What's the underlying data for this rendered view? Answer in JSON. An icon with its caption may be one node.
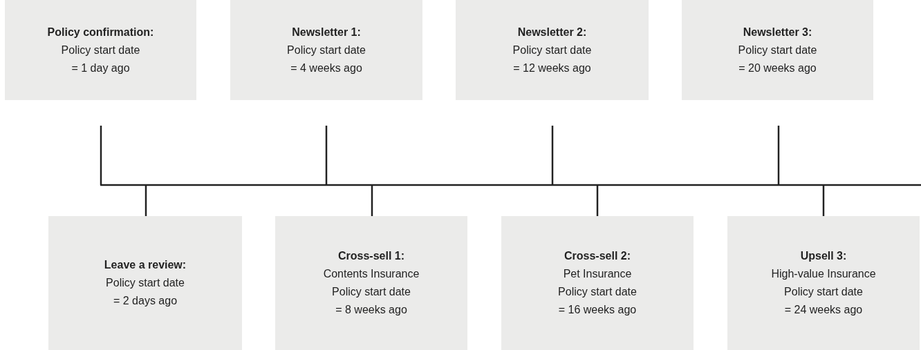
{
  "diagram": {
    "nodes": [
      {
        "text": [
          "Policy confirmation:",
          "Policy start date = 1 day ago"
        ]
      },
      {
        "text": [
          "Newsletter 1:",
          "Policy start date = 4 weeks ago"
        ]
      },
      {
        "text": [
          "Newsletter 2:",
          "Policy start date = 12 weeks ago"
        ]
      },
      {
        "text": [
          "Newsletter 3:",
          "Policy start date = 20 weeks ago"
        ]
      },
      {
        "text": [
          "Leave a review:",
          "Policy start date = 2 days ago"
        ]
      },
      {
        "text": [
          "Cross-sell 1:",
          "Contents Insurance",
          "Policy start date = 8 weeks ago"
        ]
      },
      {
        "text": [
          "Cross-sell 2:",
          "Pet Insurance",
          "Policy start date = 16 weeks ago"
        ]
      },
      {
        "text": [
          "Upsell 3:",
          "High-value Insurance",
          "Policy start date = 24 weeks ago"
        ]
      }
    ]
  }
}
